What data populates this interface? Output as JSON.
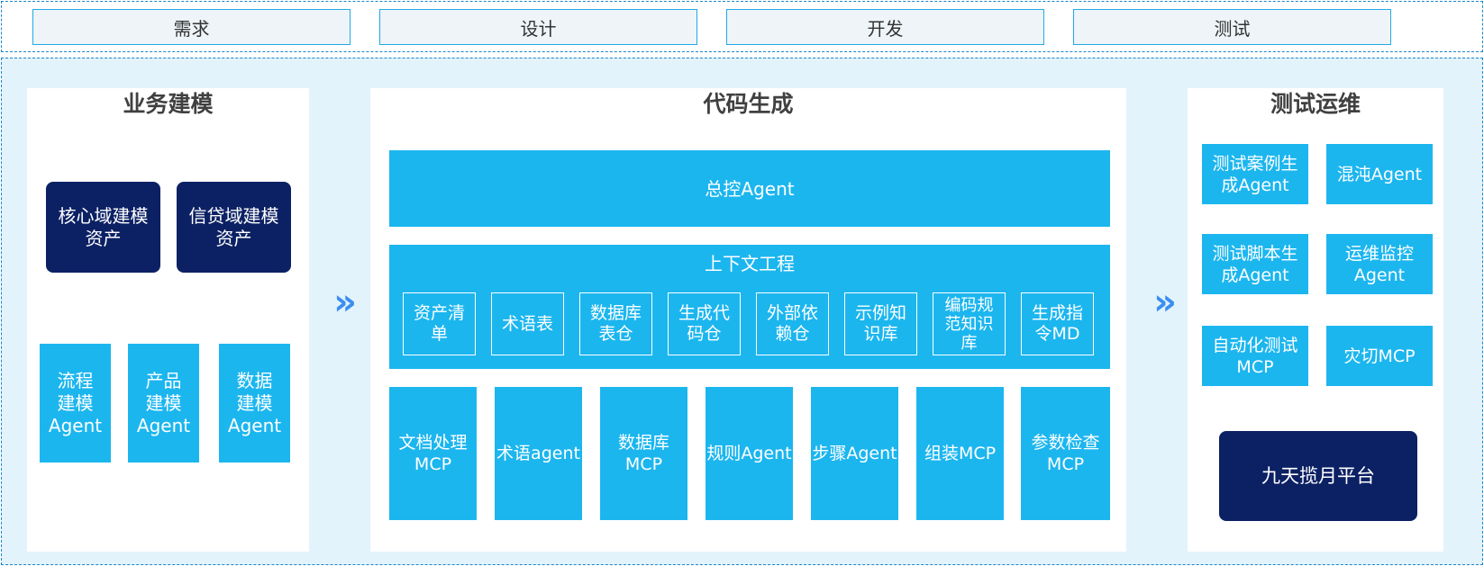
{
  "phases": [
    "需求",
    "设计",
    "开发",
    "测试"
  ],
  "business": {
    "title": "业务建模",
    "assets": [
      "核心域建模\n资产",
      "信贷域建模\n资产"
    ],
    "agents": [
      "流程\n建模\nAgent",
      "产品\n建模\nAgent",
      "数据\n建模\nAgent"
    ]
  },
  "codegen": {
    "title": "代码生成",
    "master": "总控Agent",
    "context_title": "上下文工程",
    "context_items": [
      "资产清\n单",
      "术语表",
      "数据库\n表仓",
      "生成代\n码仓",
      "外部依\n赖仓",
      "示例知\n识库",
      "编码规\n范知识\n库",
      "生成指\n令MD"
    ],
    "tools": [
      "文档处理\nMCP",
      "术语agent",
      "数据库\nMCP",
      "规则Agent",
      "步骤Agent",
      "组装MCP",
      "参数检查\nMCP"
    ]
  },
  "testops": {
    "title": "测试运维",
    "items": [
      "测试案例生\n成Agent",
      "混沌Agent",
      "测试脚本生\n成Agent",
      "运维监控\nAgent",
      "自动化测试\nMCP",
      "灾切MCP"
    ],
    "platform": "九天揽月平台"
  },
  "arrows": [
    "»",
    "»"
  ],
  "colors": {
    "dark_navy": "#0c2164",
    "cyan": "#1cb6ef",
    "band_bg": "#e3f3fc",
    "arrow": "#3b8ef0"
  }
}
